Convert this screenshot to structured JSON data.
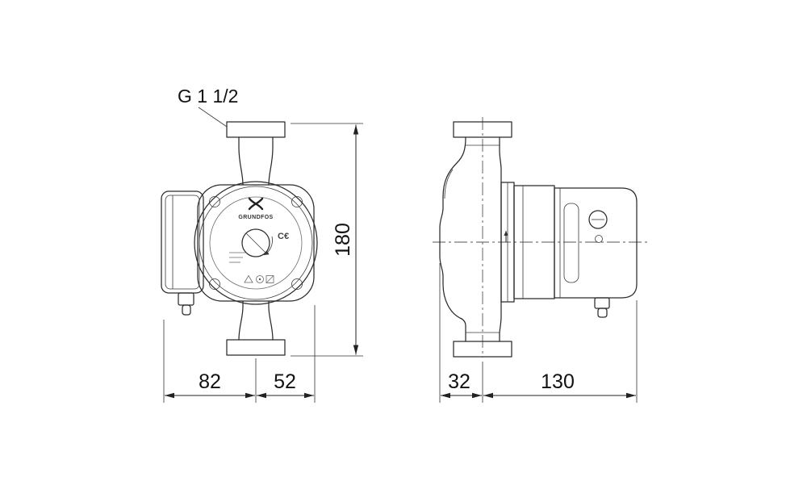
{
  "labels": {
    "thread": "G 1 1/2",
    "brand": "GRUNDFOS",
    "ce_mark": "C€"
  },
  "dimensions": {
    "height": "180",
    "front_left": "82",
    "front_right": "52",
    "side_left": "32",
    "side_right": "130"
  }
}
